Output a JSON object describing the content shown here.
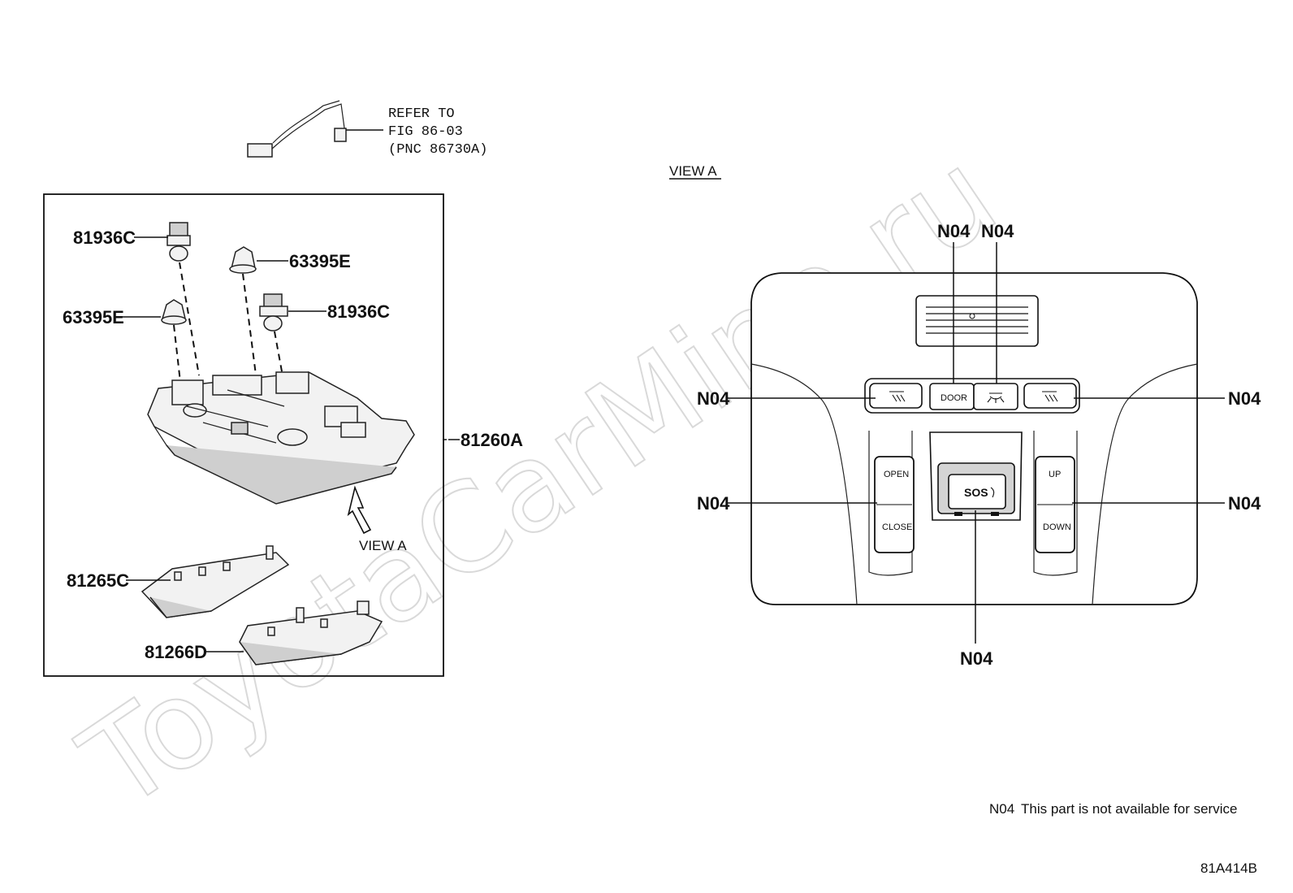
{
  "watermark": "ToyotaCarMine.ru",
  "refer": {
    "line1": "REFER TO",
    "line2": "FIG 86-03",
    "line3": "(PNC 86730A)"
  },
  "exploded_view": {
    "callouts": {
      "bulb_top": "81936C",
      "clip_top": "63395E",
      "clip_left": "63395E",
      "bulb_right": "81936C",
      "assembly": "81260A",
      "cover_upper": "81265C",
      "cover_lower": "81266D"
    },
    "view_arrow_label": "VIEW A"
  },
  "view_a": {
    "title": "VIEW A",
    "callouts": {
      "top_left": "N04",
      "top_right": "N04",
      "left_upper": "N04",
      "right_upper": "N04",
      "left_lower": "N04",
      "right_lower": "N04",
      "bottom": "N04"
    },
    "buttons": {
      "door": "DOOR",
      "open": "OPEN",
      "close": "CLOSE",
      "up": "UP",
      "down": "DOWN",
      "sos": "SOS"
    }
  },
  "note": {
    "code": "N04",
    "text": "This part is not available for service"
  },
  "figure_id": "81A414B"
}
